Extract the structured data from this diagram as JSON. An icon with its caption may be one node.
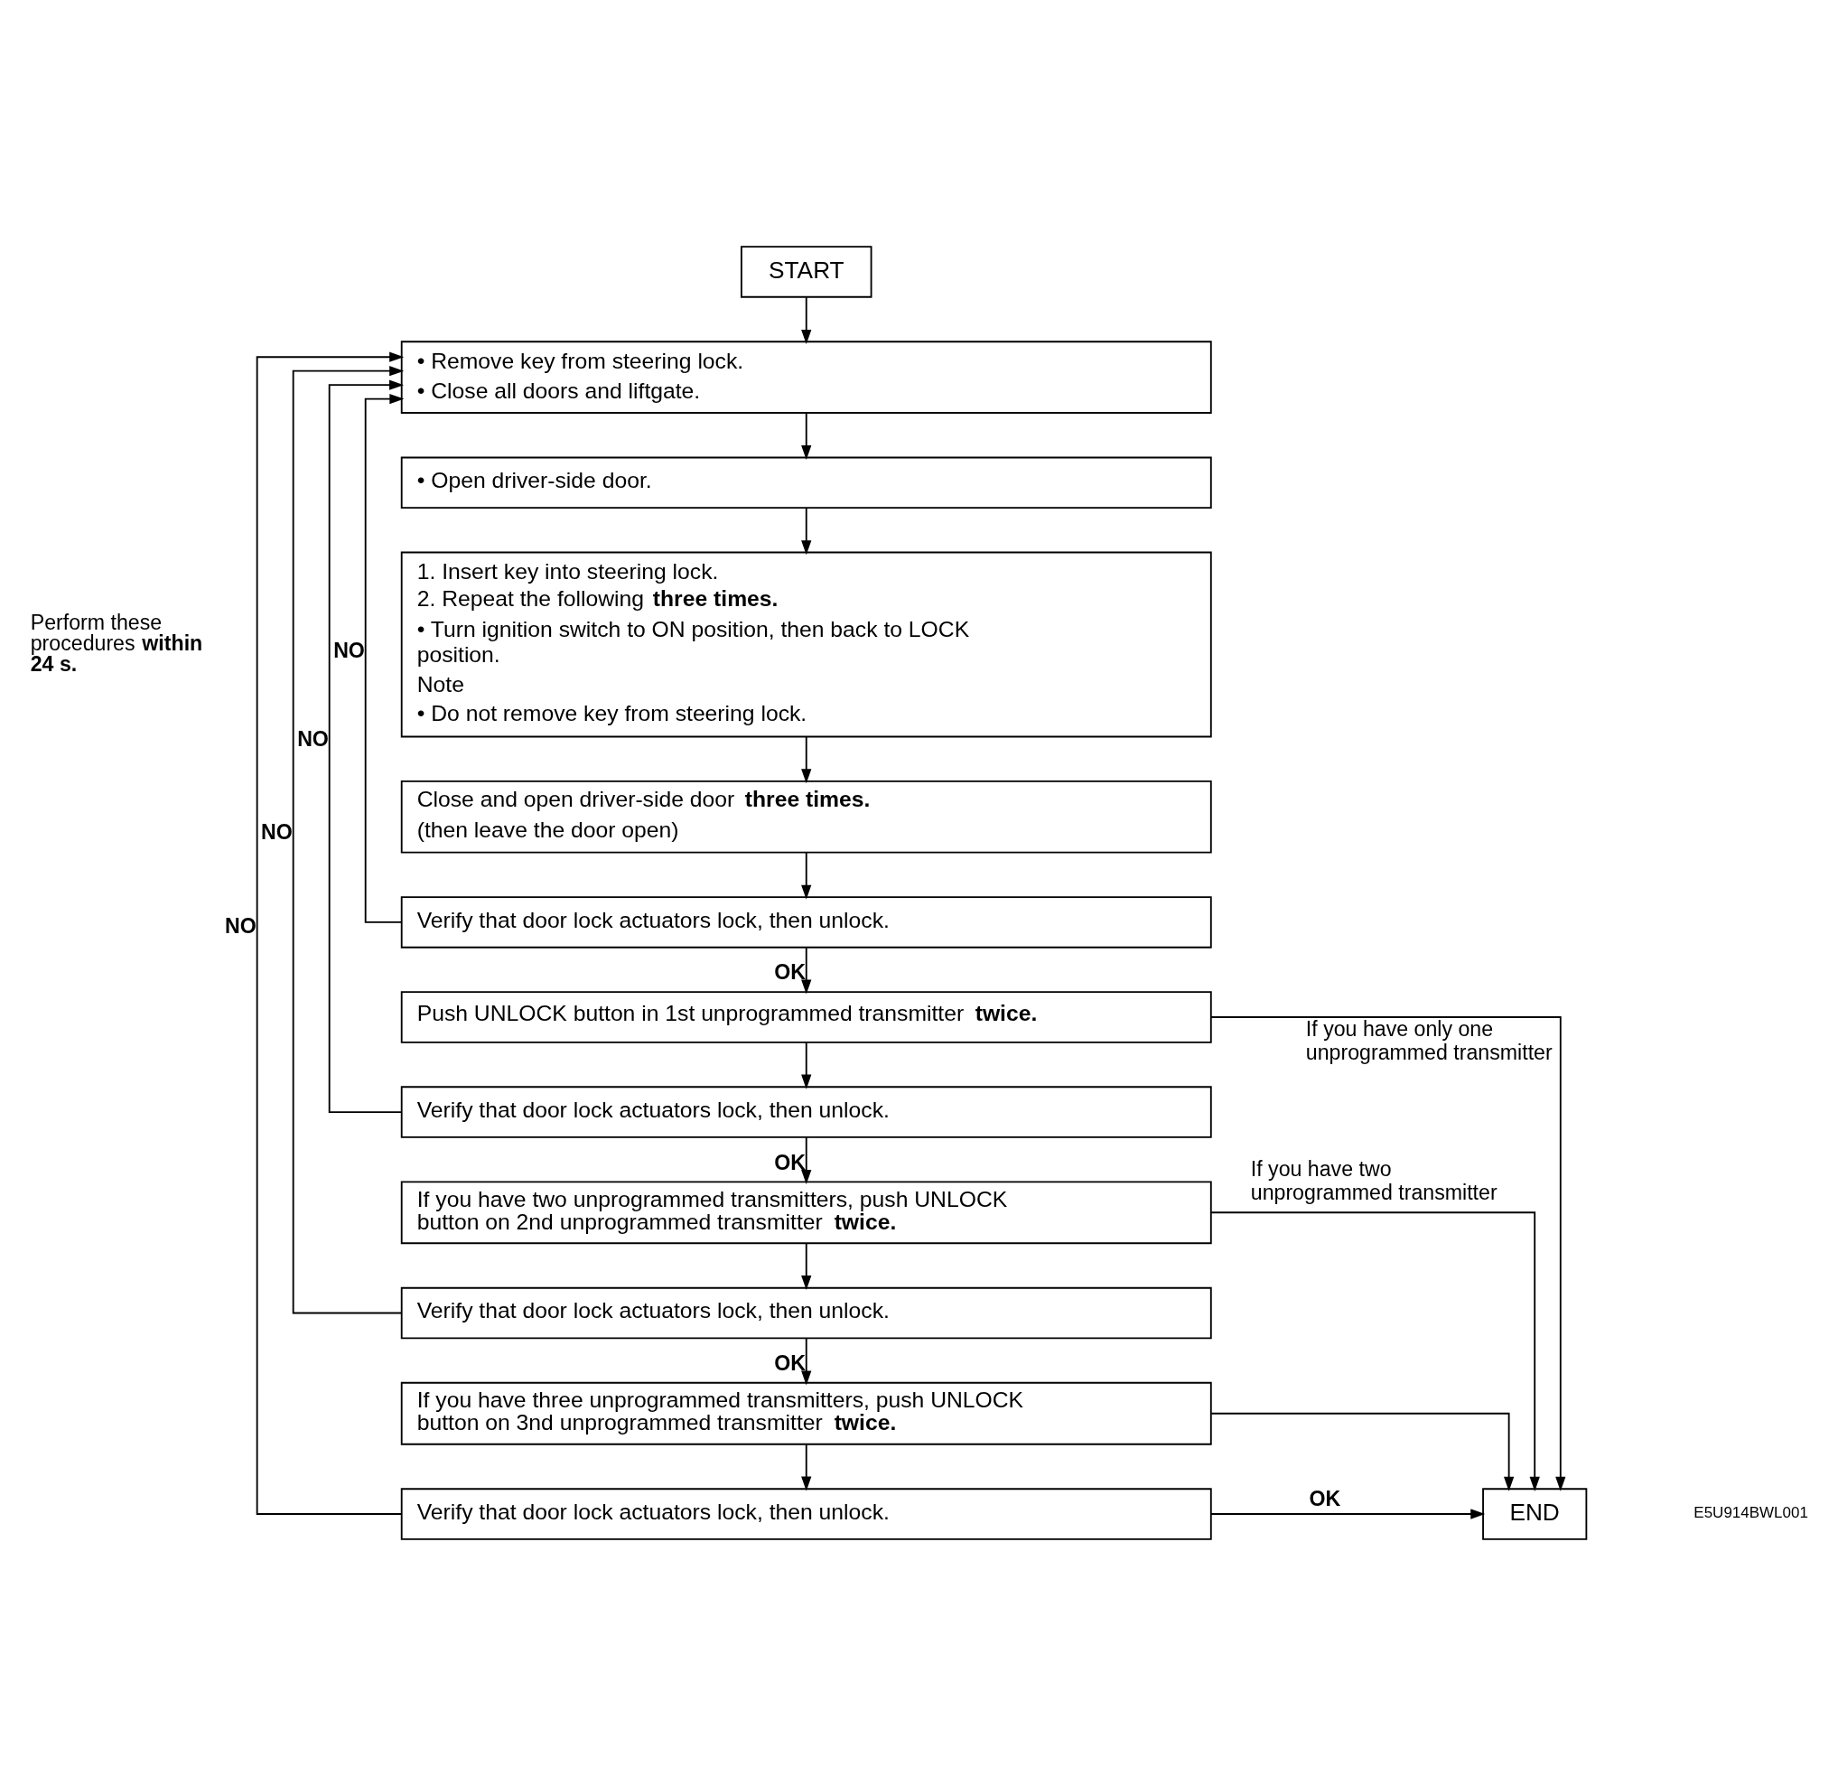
{
  "diagram": {
    "nodes": [
      {
        "text": [
          "START"
        ]
      },
      {
        "text": [
          "• Remove key from steering lock.",
          "• Close all doors and liftgate."
        ]
      },
      {
        "text": [
          "• Open driver-side door."
        ]
      },
      {
        "text": [
          "1. Insert key into steering lock.",
          "2. Repeat the following **three times.**",
          "• Turn ignition switch to ON position, then back to LOCK position.",
          "Note",
          "• Do not remove key from steering lock."
        ]
      },
      {
        "text": [
          "Close and open driver-side door **three times.**",
          "(then leave the door open)"
        ]
      },
      {
        "text": [
          "Verify that door lock actuators lock, then unlock."
        ]
      },
      {
        "text": [
          "Push UNLOCK button in 1st unprogrammed transmitter **twice.**"
        ]
      },
      {
        "text": [
          "Verify that door lock actuators lock, then unlock."
        ]
      },
      {
        "text": [
          "If you have two unprogrammed transmitters, push UNLOCK button on 2nd unprogrammed transmitter **twice.**"
        ]
      },
      {
        "text": [
          "Verify that door lock actuators lock, then unlock."
        ]
      },
      {
        "text": [
          "If you have three unprogrammed transmitters, push UNLOCK button on 3nd unprogrammed transmitter **twice.**"
        ]
      },
      {
        "text": [
          "Verify that door lock actuators lock, then unlock."
        ]
      },
      {
        "text": [
          "END"
        ]
      }
    ],
    "edges": [
      {
        "from": 0,
        "to": 1,
        "arrow": "to"
      },
      {
        "from": 1,
        "to": 2,
        "arrow": "to"
      },
      {
        "from": 2,
        "to": 3,
        "arrow": "to"
      },
      {
        "from": 3,
        "to": 4,
        "arrow": "to"
      },
      {
        "from": 4,
        "to": 5,
        "arrow": "to"
      },
      {
        "from": 5,
        "to": 1,
        "arrow": "to",
        "label": "NO"
      },
      {
        "from": 5,
        "to": 6,
        "arrow": "to",
        "label": "OK"
      },
      {
        "from": 6,
        "to": 12,
        "arrow": "to",
        "label": "If you have only one unprogrammed transmitter"
      },
      {
        "from": 6,
        "to": 7,
        "arrow": "to"
      },
      {
        "from": 7,
        "to": 1,
        "arrow": "to",
        "label": "NO"
      },
      {
        "from": 7,
        "to": 8,
        "arrow": "to",
        "label": "OK"
      },
      {
        "from": 8,
        "to": 12,
        "arrow": "to",
        "label": "If you have two unprogrammed transmitter"
      },
      {
        "from": 8,
        "to": 9,
        "arrow": "to"
      },
      {
        "from": 9,
        "to": 1,
        "arrow": "to",
        "label": "NO"
      },
      {
        "from": 9,
        "to": 10,
        "arrow": "to",
        "label": "OK"
      },
      {
        "from": 10,
        "to": 12,
        "arrow": "to"
      },
      {
        "from": 10,
        "to": 11,
        "arrow": "to"
      },
      {
        "from": 11,
        "to": 1,
        "arrow": "to",
        "label": "NO"
      },
      {
        "from": 11,
        "to": 12,
        "arrow": "to",
        "label": "OK"
      }
    ],
    "labels": [
      "Perform these procedures **within 24 s.**",
      "E5U914BWL001"
    ]
  }
}
